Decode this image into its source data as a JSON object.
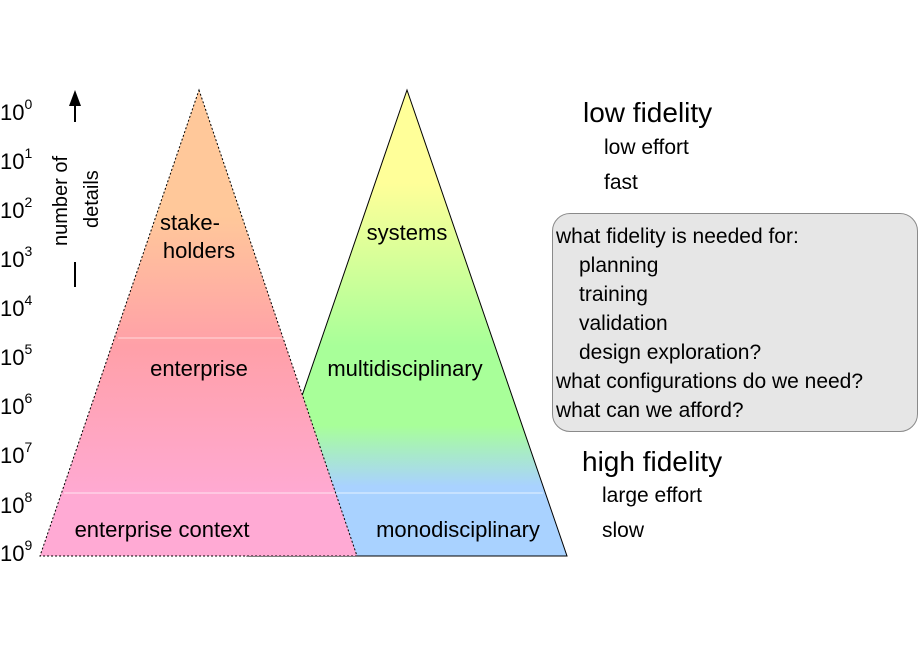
{
  "axis": {
    "label_line1": "number of",
    "label_line2": "details",
    "ticks": [
      {
        "base": "10",
        "exp": "0"
      },
      {
        "base": "10",
        "exp": "1"
      },
      {
        "base": "10",
        "exp": "2"
      },
      {
        "base": "10",
        "exp": "3"
      },
      {
        "base": "10",
        "exp": "4"
      },
      {
        "base": "10",
        "exp": "5"
      },
      {
        "base": "10",
        "exp": "6"
      },
      {
        "base": "10",
        "exp": "7"
      },
      {
        "base": "10",
        "exp": "8"
      },
      {
        "base": "10",
        "exp": "9"
      }
    ]
  },
  "left_pyramid": {
    "top_label_line1": "stake-",
    "top_label_line2": "holders",
    "middle_label": "enterprise",
    "bottom_label": "enterprise context",
    "colors": {
      "top": "#ffc89a",
      "middle": "#ffa0a8",
      "bottom": "#ffaad4"
    }
  },
  "right_pyramid": {
    "top_label": "systems",
    "middle_label": "multidisciplinary",
    "bottom_label": "monodisciplinary",
    "colors": {
      "top": "#ffff99",
      "middle": "#a8ff99",
      "bottom": "#a9d2ff"
    }
  },
  "low": {
    "heading": "low fidelity",
    "item1": "low effort",
    "item2": "fast"
  },
  "question_box": {
    "line1": "what fidelity is needed for:",
    "line2": "planning",
    "line3": "training",
    "line4": "validation",
    "line5": "design exploration?",
    "line6": "what configurations do we need?",
    "line7": "what can we afford?"
  },
  "high": {
    "heading": "high fidelity",
    "item1": "large effort",
    "item2": "slow"
  }
}
